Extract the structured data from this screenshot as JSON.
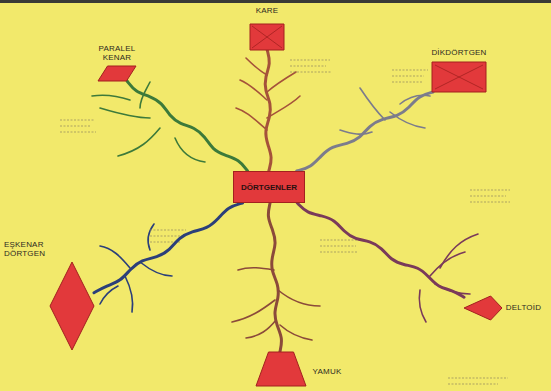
{
  "diagram": {
    "nodes": [
      {
        "text": [
          "KARE"
        ]
      },
      {
        "text": [
          "PARALEL KENAR"
        ]
      },
      {
        "text": [
          "DİKDÖRTGEN"
        ]
      },
      {
        "text": [
          "DÖRTGENLER"
        ]
      },
      {
        "text": [
          "EŞKENAR DÖRTGEN"
        ]
      },
      {
        "text": [
          "DELTOİD"
        ]
      },
      {
        "text": [
          "YAMUK"
        ]
      }
    ],
    "edges": [
      {
        "from": 3,
        "to": 0,
        "arrow": "none"
      },
      {
        "from": 3,
        "to": 1,
        "arrow": "none"
      },
      {
        "from": 3,
        "to": 2,
        "arrow": "none"
      },
      {
        "from": 3,
        "to": 4,
        "arrow": "none"
      },
      {
        "from": 3,
        "to": 5,
        "arrow": "none"
      },
      {
        "from": 3,
        "to": 6,
        "arrow": "none"
      }
    ]
  }
}
